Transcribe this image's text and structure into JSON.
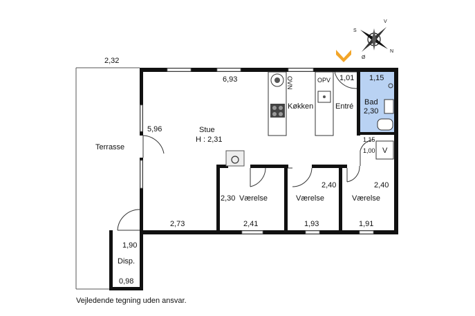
{
  "plan": {
    "colors": {
      "wall": "#111111",
      "bath_fill": "#b9d2f3",
      "arrow": "#f2a529"
    },
    "rooms": {
      "terrace": {
        "label": "Terrasse",
        "dim_top": "2,32"
      },
      "living": {
        "label": "Stue",
        "height": "H : 2,31",
        "dim_top": "6,93",
        "dim_side": "5,96",
        "dim_bottom": "2,73"
      },
      "kitchen": {
        "label": "Køkken",
        "oven": "OVN",
        "dishwasher": "OPV"
      },
      "entry": {
        "label": "Entré",
        "dim": "1,01"
      },
      "bath": {
        "label": "Bad",
        "dim_top": "1,15",
        "dim_side": "2,30"
      },
      "closet": {
        "label": "V",
        "dim_a": "1,15",
        "dim_b": "1,00"
      },
      "bedroom1": {
        "label": "Værelse",
        "dim_side": "2,30",
        "dim_bottom": "2,41"
      },
      "bedroom2": {
        "label": "Værelse",
        "dim_side": "2,40",
        "dim_bottom": "1,93"
      },
      "bedroom3": {
        "label": "Værelse",
        "dim_side": "2,40",
        "dim_bottom": "1,91"
      },
      "storage": {
        "label": "Disp.",
        "dim_top": "1,90",
        "dim_bottom": "0,98"
      }
    },
    "compass": {
      "north": "N",
      "south": "S",
      "east": "Ø",
      "west": "V",
      "icon": "compass-rose-icon"
    },
    "entrance_marker": {
      "icon": "entrance-chevron-icon"
    }
  },
  "footer": {
    "disclaimer": "Vejledende tegning uden ansvar."
  }
}
